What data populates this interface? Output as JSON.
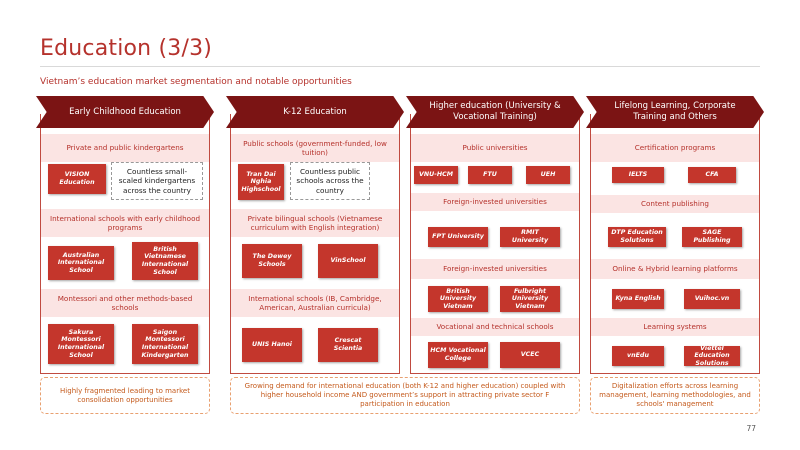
{
  "page": {
    "title": "Education (3/3)",
    "subtitle": "Vietnam’s education market segmentation and notable opportunities",
    "page_number": "77"
  },
  "columns": [
    {
      "header": "Early Childhood Education",
      "sections": [
        {
          "label": "Private and public kindergartens",
          "items": [
            "VISION Education"
          ],
          "note": "Countless small-scaled kindergartens across the country"
        },
        {
          "label": "International schools with early childhood programs",
          "items": [
            "Australian International School",
            "British Vietnamese International School"
          ]
        },
        {
          "label": "Montessori and other methods-based schools",
          "items": [
            "Sakura Montessori International School",
            "Saigon Montessori International Kindergarten"
          ]
        }
      ],
      "footer": "Highly fragmented leading to market consolidation opportunities"
    },
    {
      "header": "K-12 Education",
      "sections": [
        {
          "label": "Public schools (government-funded, low tuition)",
          "items": [
            "Tran Dai Nghia Highschool"
          ],
          "note": "Countless public schools across the country"
        },
        {
          "label": "Private bilingual schools (Vietnamese curriculum with English integration)",
          "items": [
            "The Dewey Schools",
            "VinSchool"
          ]
        },
        {
          "label": "International schools (IB, Cambridge, American, Australian curricula)",
          "items": [
            "UNIS Hanoi",
            "Crescat Scientia"
          ]
        }
      ]
    },
    {
      "header": "Higher education (University & Vocational Training)",
      "sections": [
        {
          "label": "Public universities",
          "items": [
            "VNU-HCM",
            "FTU",
            "UEH"
          ]
        },
        {
          "label": "Foreign-invested universities",
          "items": [
            "FPT University",
            "RMIT University"
          ]
        },
        {
          "label": "Foreign-invested universities",
          "items": [
            "British University Vietnam",
            "Fulbright University Vietnam"
          ]
        },
        {
          "label": "Vocational and technical schools",
          "items": [
            "HCM Vocational College",
            "VCEC"
          ]
        }
      ]
    },
    {
      "header": "Lifelong Learning, Corporate Training and Others",
      "sections": [
        {
          "label": "Certification programs",
          "items": [
            "IELTS",
            "CFA"
          ]
        },
        {
          "label": "Content publishing",
          "items": [
            "DTP Education Solutions",
            "SAGE Publishing"
          ]
        },
        {
          "label": "Online & Hybrid learning platforms",
          "items": [
            "Kyna English",
            "Vuihoc.vn"
          ]
        },
        {
          "label": "Learning systems",
          "items": [
            "vnEdu",
            "Viettel Education Solutions"
          ]
        }
      ],
      "footer": "Digitalization efforts across learning management, learning methodologies, and schools' management"
    }
  ],
  "shared_footer": "Growing demand for international education (both K-12 and higher education) coupled with higher household income AND government’s support in attracting private sector F participation in education"
}
